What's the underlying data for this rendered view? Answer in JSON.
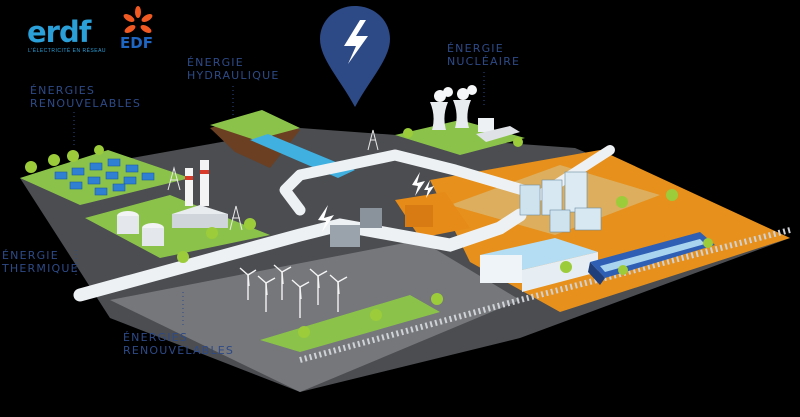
{
  "logos": {
    "erdf": {
      "word": "erdf",
      "tagline": "L'ÉLECTRICITÉ EN RÉSEAU"
    },
    "edf": {
      "word": "EDF"
    }
  },
  "labels": {
    "renouvelables_top": [
      "ÉNERGIES",
      "RENOUVELABLES"
    ],
    "hydraulique": [
      "ÉNERGIE",
      "HYDRAULIQUE"
    ],
    "nucleaire": [
      "ÉNERGIE",
      "NUCLÉAIRE"
    ],
    "thermique": [
      "ÉNERGIE",
      "THERMIQUE"
    ],
    "renouvelables_bottom": [
      "ÉNERGIES",
      "RENOUVELABLES"
    ]
  },
  "colors": {
    "label_text": "#2d4a87",
    "pin": "#2d4a87",
    "grass": "#8bc34a",
    "road": "#7d7f83",
    "orange_zone": "#e7901b",
    "sand_zone": "#dcae5e",
    "erdf_blue": "#2a9fd8",
    "edf_orange": "#f05a22"
  },
  "icons": [
    "lightning-pin-icon",
    "edf-sun-icon"
  ]
}
